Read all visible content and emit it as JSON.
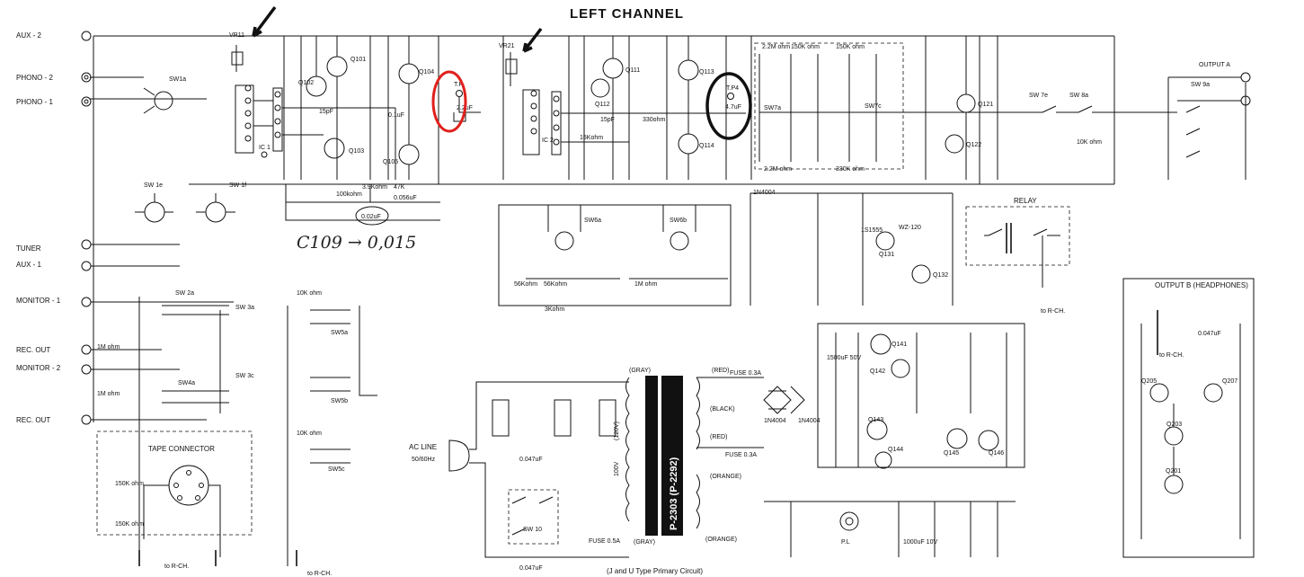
{
  "title": "LEFT CHANNEL",
  "footer": "(J and U Type Primary Circuit)",
  "handwritten_note": "C109 → 0,015",
  "annotations": {
    "tp_red": "T.P",
    "tp_black": "T.P4"
  },
  "colors": {
    "red_marker": "#e0201c",
    "black_marker": "#111111",
    "arrow": "#111111"
  },
  "inputs": {
    "aux2": "AUX - 2",
    "phono2": "PHONO - 2",
    "phono1": "PHONO - 1",
    "tuner": "TUNER",
    "aux1": "AUX - 1",
    "monitor1": "MONITOR - 1",
    "rec_out1": "REC. OUT",
    "monitor2": "MONITOR - 2",
    "rec_out2": "REC. OUT"
  },
  "outputs": {
    "output_a": "OUTPUT A",
    "output_b": "OUTPUT B (HEADPHONES)",
    "to_r_ch": "to R-CH."
  },
  "blocks": {
    "tape_connector": "TAPE CONNECTOR",
    "relay": "RELAY",
    "ac_line": "AC LINE",
    "ac_freq": "50/60Hz",
    "transformer": "P-2303 (P-2292)",
    "sw10": "SW 10",
    "pl": "P.L",
    "fuse1": "FUSE 0.3A",
    "fuse2": "FUSE 0.3A",
    "fuse3": "FUSE 0.5A",
    "wire_gray_top": "(GRAY)",
    "wire_red_top": "(RED)",
    "wire_black": "(BLACK)",
    "wire_red_bot": "(RED)",
    "wire_orange1": "(ORANGE)",
    "wire_orange2": "(ORANGE)",
    "wire_gray_bot": "(GRAY)",
    "v120": "(120V)",
    "v100": "100V"
  },
  "components": {
    "ic1": "IC 1",
    "ic2": "IC 2",
    "vr11": "VR11",
    "vr21": "VR21",
    "q101": "Q101",
    "q102": "Q102",
    "q103": "Q103",
    "q104": "Q104",
    "q105": "Q105",
    "q111": "Q111",
    "q112": "Q112",
    "q113": "Q113",
    "q114": "Q114",
    "q121": "Q121",
    "q122": "Q122",
    "q131": "Q131",
    "q132": "Q132",
    "q141": "Q141",
    "q142": "Q142",
    "q143": "Q143",
    "q144": "Q144",
    "q145": "Q145",
    "q146": "Q146",
    "q201": "Q201",
    "q203": "Q203",
    "q205": "Q205",
    "q207": "Q207",
    "sw1a": "SW1a",
    "sw1e": "SW 1e",
    "sw1f": "SW 1f",
    "sw2a": "SW 2a",
    "sw3a": "SW 3a",
    "sw3c": "SW 3c",
    "sw4a": "SW4a",
    "sw5a": "SW5a",
    "sw5b": "SW5b",
    "sw5c": "SW5c",
    "sw6a": "SW6a",
    "sw6b": "SW6b",
    "sw7a": "SW7a",
    "sw7c": "SW7c",
    "sw7e": "SW 7e",
    "sw8a": "SW 8a",
    "sw9a": "SW 9a",
    "c_02uF": "0.02uF",
    "c_056uF": "0.056uF",
    "c_15pF": "15pF",
    "c_1uF": "0.1uF",
    "c_47uF": "4.7uF",
    "c_22uF": "2.2uF",
    "c_047uF": "0.047uF",
    "c_1500uF": "1500uF 50V",
    "c_1000uF": "1000uF 10V",
    "r_100k": "100kohm",
    "r_47k": "47K",
    "r_3k9": "3.9Kohm",
    "r_330": "330ohm",
    "r_15k": "15Kohm",
    "r_2_2m": "2.2M ohm",
    "r_150k": "150K ohm",
    "r_330k": "330K ohm",
    "r_56k": "56Kohm",
    "r_3k": "3Kohm",
    "r_1m": "1M ohm",
    "r_10k": "10K ohm",
    "d_1n4004": "1N4004",
    "d_wz120": "WZ-120",
    "d_1s1555": "1S1555"
  }
}
